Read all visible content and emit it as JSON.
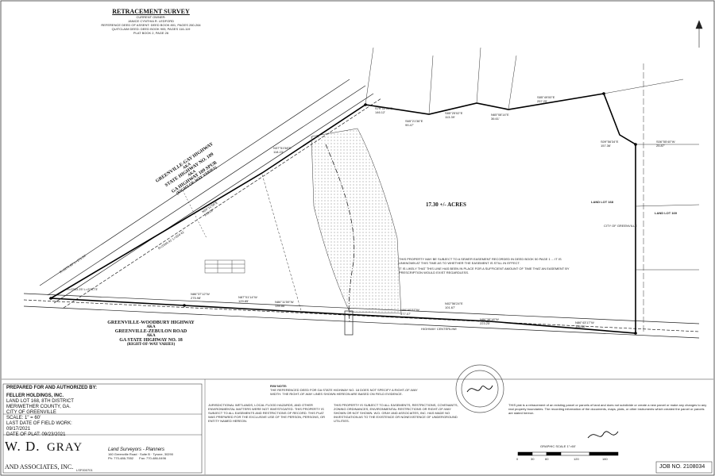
{
  "title_block": {
    "title": "RETRACEMENT SURVEY",
    "owner_label": "CURRENT OWNER:",
    "owner_name": "JANICE CYNTHIA R. LEDFORD",
    "ref1": "REFERENCE DEED OF ASSENT: DEED BOOK 801, PAGES 260-264",
    "ref2": "QUITCLAIM DEED: DEED BOOK 905, PAGES 116-119",
    "ref3": "PLAT BOOK 2, PAGE 26"
  },
  "plat": {
    "acreage": "17.30 +/- ACRES",
    "hwy_north": [
      "GREENVILLE-GAY HIGHWAY",
      "AKA",
      "STATE HIGHWAY NO. 109",
      "AKA",
      "GA HIGHWAY 109 SPUR",
      "(RIGHT-OF-WAY VARIES)"
    ],
    "hwy_south": [
      "GREENVILLE-WOODBURY HIGHWAY",
      "AKA",
      "GREENVILLE-ZEBULON ROAD",
      "AKA",
      "GA STATE HIGHWAY NO. 18",
      "(RIGHT-OF-WAY VARIES)"
    ],
    "bearings": [
      {
        "text": "S79°11'53\"E",
        "sub": "146.12'"
      },
      {
        "text": "S65°21'36\"E",
        "sub": "99.47'"
      },
      {
        "text": "S85°25'02\"E",
        "sub": "113.39'"
      },
      {
        "text": "N65°08'14\"E",
        "sub": "36.61'"
      },
      {
        "text": "S85°49'00\"E",
        "sub": "257.25'"
      },
      {
        "text": "S09°56'34\"E",
        "sub": "157.36'"
      },
      {
        "text": "S06°55'40\"W",
        "sub": "25.87'"
      },
      {
        "text": "N86°40'37\"W",
        "sub": "377.07'"
      },
      {
        "text": "N86°38'18\"W",
        "sub": "223.25'"
      },
      {
        "text": "N86°43'17\"W",
        "sub": "156.46'"
      },
      {
        "text": "N86°11'59\"W",
        "sub": "135.86'"
      },
      {
        "text": "N87°01'14\"W",
        "sub": "129.85'"
      },
      {
        "text": "N86°37'12\"W",
        "sub": "275.98'"
      },
      {
        "text": "N02°56'24\"E",
        "sub": "101.67'"
      },
      {
        "text": "N37°51'58\"E",
        "sub": "118.23'"
      },
      {
        "text": "N58°12'58\"E",
        "sub": "291.00'"
      }
    ],
    "arc_notes": [
      "R=2583.25' L=298.73'",
      "R=3344.41' L=334.41'",
      "R=3271.60' L=171.54'"
    ],
    "land_lot_1": "LAND LOT 168",
    "land_lot_2": "LAND LOT 169",
    "hwy_centerline": "HIGHWAY CENTERLINE",
    "city": "CITY OF GREENVILLE",
    "sewer_note": "THIS PROPERTY MAY BE SUBJECT TO A SEWER EASEMENT RECORDED IN DEED BOOK 50 PAGE 1 ... IT IS UNKNOWN AT THIS TIME AS TO WHETHER THE EASEMENT IS STILL IN EFFECT.",
    "sewer_note2": "IT IS LIKELY THAT THIS LINE HAS BEEN IN PLACE FOR A SUFFICIENT AMOUNT OF TIME THAT AN EASEMENT BY PRESCRIPTION WOULD EXIST REGARDLESS."
  },
  "prepared_for": {
    "label": "PREPARED FOR AND AUTHORIZED BY:",
    "client": "FELLER HOLDINGS, INC.",
    "lines": [
      "LAND LOT 168, 8TH DISTRICT",
      "MERIWETHER COUNTY, GA.",
      "CITY OF GREENVILLE",
      "SCALE: 1\" = 60'",
      "LAST DATE OF FIELD WORK:",
      "09/17/2021",
      "DATE OF PLAT: 09/23/2021"
    ]
  },
  "firm": {
    "name_w": "W. D.",
    "name_g": "GRAY",
    "suffix": "AND ASSOCIATES, INC.",
    "tagline": "Land Surveyors - Planners",
    "address": "160 Greenville Road · Suite B · Tyrone, 30290",
    "phone": "Ph: 770-486-7552",
    "fax": "Fax: 770-486-0496",
    "license": "LSF000701"
  },
  "job": {
    "label": "JOB NO.",
    "number": "2108034"
  },
  "scale": {
    "label": "GRAPHIC SCALE  1\"=60'",
    "ticks": [
      "0",
      "30",
      "60",
      "120",
      "180"
    ]
  },
  "notes": {
    "col1": "JURISDICTIONAL WETLANDS, LOCAL FLOOD HAZARDS, AND OTHER ENVIRONMENTAL MATTERS WERE NOT INVESTIGATED. THIS PROPERTY IS SUBJECT TO ALL EASEMENTS AND RESTRICTIONS OF RECORD. THIS PLAT WAS PREPARED FOR THE EXCLUSIVE USE OF THE PERSON, PERSONS, OR ENTITY NAMED HEREON.",
    "col2": "THIS PROPERTY IS SUBJECT TO ALL EASEMENTS, RESTRICTIONS, COVENANTS, ZONING ORDINANCES, ENVIRONMENTAL RESTRICTIONS OR RIGHT-OF-WAY SHOWN OR NOT SHOWN. W.D. GRAY AND ASSOCIATES, INC. HAS MADE NO INVESTIGATION AS TO THE EXISTENCE OR NONEXISTENCE OF UNDERGROUND UTILITIES.",
    "col3": "THIS plat is a retracement of an existing parcel or parcels of land and does not subdivide or create a new parcel or make any changes to any real property boundaries. The recording information of the documents, maps, plats, or other instruments which created the parcel or parcels are stated hereon.",
    "ref_note": "THE REFERENCED DEED FOR GA STATE HIGHWAY NO. 18 DOES NOT SPECIFY A RIGHT-OF-WAY WIDTH. THE RIGHT-OF-WAY LINES SHOWN HEREON ARE BASED ON FIELD EVIDENCE.",
    "ref_title": "R/W NOTE:"
  }
}
